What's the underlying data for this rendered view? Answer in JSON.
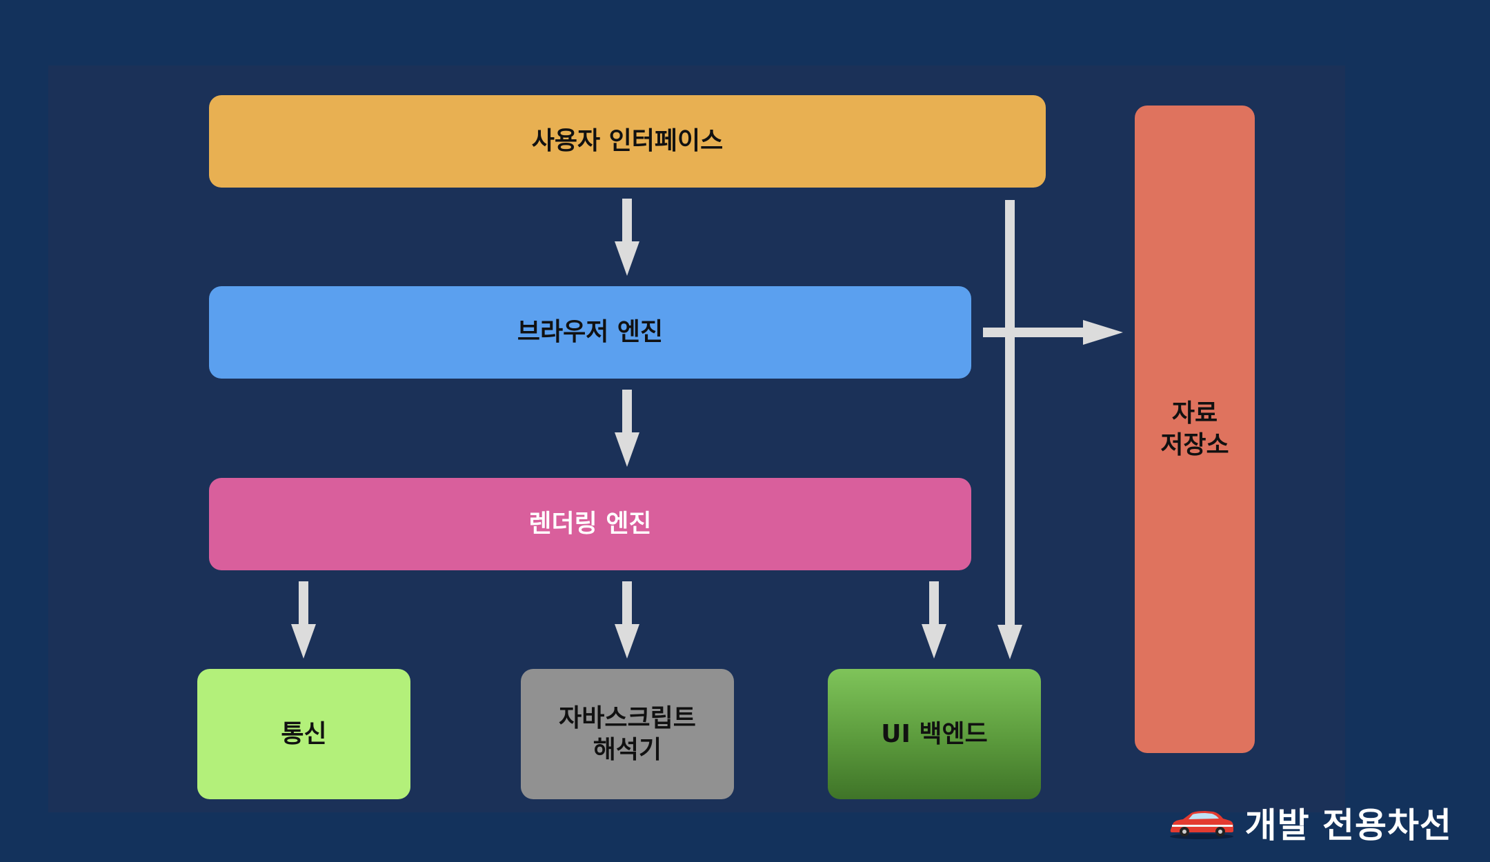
{
  "diagram": {
    "nodes": {
      "user_interface": "사용자 인터페이스",
      "browser_engine": "브라우저 엔진",
      "rendering_engine": "렌더링 엔진",
      "networking": "통신",
      "js_interpreter": [
        "자바스크립트",
        "해석기"
      ],
      "ui_backend": "UI 백엔드",
      "data_storage": [
        "자료",
        "저장소"
      ]
    },
    "colors": {
      "user_interface": "#e8b052",
      "browser_engine": "#5ba0ef",
      "rendering_engine": "#d95f9c",
      "networking": "#b3f07a",
      "js_interpreter": "#919191",
      "ui_backend": "#5b9a3c",
      "data_storage": "#df735e",
      "arrow": "#dcdcdc",
      "background": "#13325c"
    },
    "edges": [
      [
        "user_interface",
        "browser_engine"
      ],
      [
        "user_interface",
        "ui_backend"
      ],
      [
        "browser_engine",
        "data_storage"
      ],
      [
        "browser_engine",
        "rendering_engine"
      ],
      [
        "rendering_engine",
        "networking"
      ],
      [
        "rendering_engine",
        "js_interpreter"
      ],
      [
        "rendering_engine",
        "ui_backend"
      ]
    ]
  },
  "brand": {
    "text": "개발 전용차선",
    "icon": "red-car-icon"
  }
}
